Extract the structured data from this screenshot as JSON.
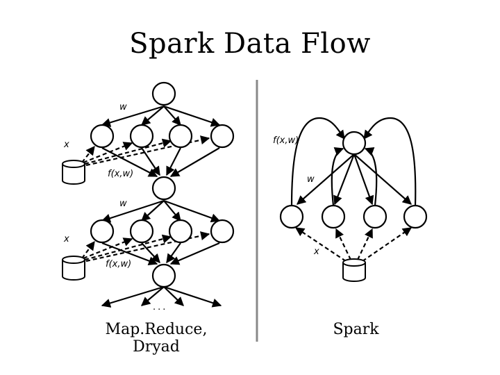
{
  "title": "Spark Data Flow",
  "captions": {
    "left": "Map.Reduce, Dryad",
    "right": "Spark"
  },
  "left_diagram": {
    "stage1": {
      "w_label": "w",
      "x_label": "x",
      "f_label": "f(x,w)"
    },
    "stage2": {
      "w_label": "w",
      "x_label": "x",
      "f_label": "f(x,w)"
    },
    "ellipsis": "..."
  },
  "right_diagram": {
    "f_label": "f(x,w)",
    "w_label": "w",
    "x_label": "x"
  }
}
